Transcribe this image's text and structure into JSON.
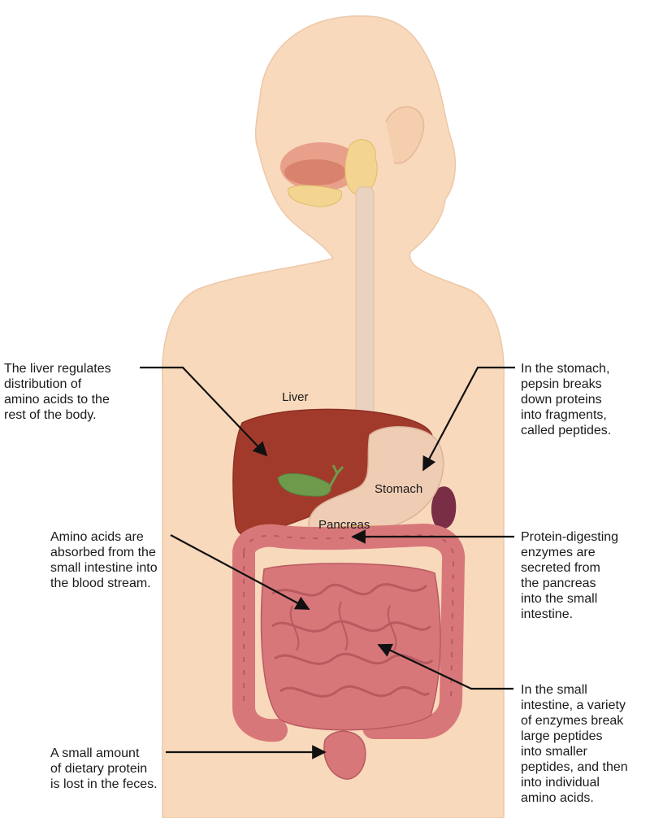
{
  "labels": {
    "liver": "Liver",
    "stomach": "Stomach",
    "pancreas": "Pancreas"
  },
  "annotations": {
    "liver": "The liver regulates\ndistribution of\namino acids to the\nrest of the body.",
    "stomach": "In the stomach,\npepsin breaks\ndown proteins\ninto fragments,\ncalled peptides.",
    "absorption": "Amino acids are\nabsorbed from the\nsmall intestine into\nthe blood stream.",
    "pancreas": "Protein-digesting\nenzymes are\nsecreted from\nthe pancreas\ninto the small\nintestine.",
    "small_intestine": "In the small\nintestine, a variety\nof enzymes break\nlarge peptides\ninto smaller\npeptides, and then\ninto individual\namino acids.",
    "feces": "A small amount\nof dietary protein\nis lost in the feces."
  },
  "colors": {
    "skin": "#f8d9bc",
    "skin_outline": "#e8c2a0",
    "liver": "#a23a2c",
    "gallbladder": "#6e9a4c",
    "stomach": "#efcdb4",
    "pancreas": "#f2d08a",
    "spleen": "#7a2e45",
    "intestine": "#d8777a",
    "intestine_dark": "#b85a60",
    "esophagus": "#ead2c0",
    "salivary": "#f3d490",
    "tongue": "#d9826d",
    "arrow": "#111111"
  }
}
